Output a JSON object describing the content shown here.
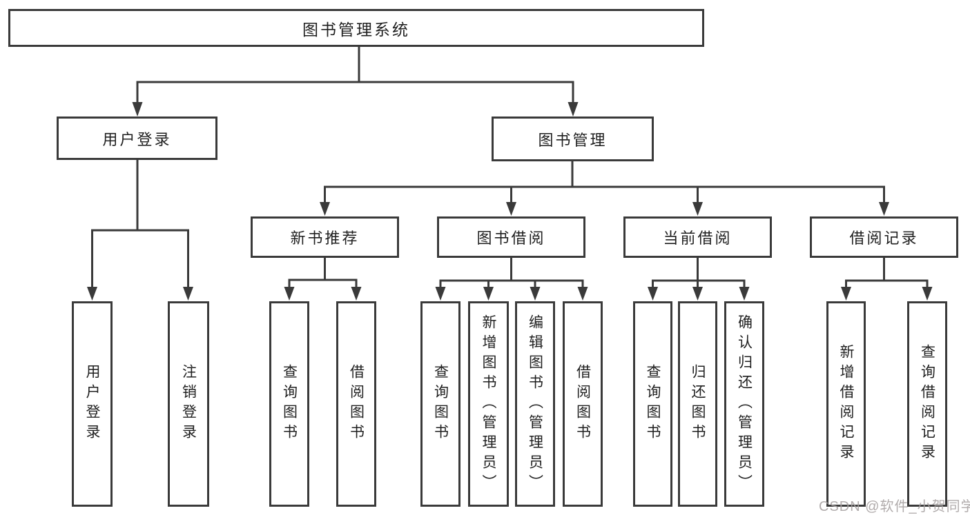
{
  "tree": {
    "root": "图书管理系统",
    "branches": [
      {
        "label": "用户登录",
        "leaves": [
          "用户登录",
          "注销登录"
        ]
      },
      {
        "label": "图书管理",
        "groups": [
          {
            "label": "新书推荐",
            "leaves": [
              "查询图书",
              "借阅图书"
            ]
          },
          {
            "label": "图书借阅",
            "leaves": [
              "查询图书",
              "新增图书（管理员）",
              "编辑图书（管理员）",
              "借阅图书"
            ]
          },
          {
            "label": "当前借阅",
            "leaves": [
              "查询图书",
              "归还图书",
              "确认归还（管理员）"
            ]
          },
          {
            "label": "借阅记录",
            "leaves": [
              "新增借阅记录",
              "查询借阅记录"
            ]
          }
        ]
      }
    ]
  },
  "watermark": "CSDN @软件_小贺同学",
  "colors": {
    "line": "#3a3a3a",
    "text": "#1f1f1f",
    "background": "#ffffff",
    "watermark": "#a6a0a0"
  }
}
